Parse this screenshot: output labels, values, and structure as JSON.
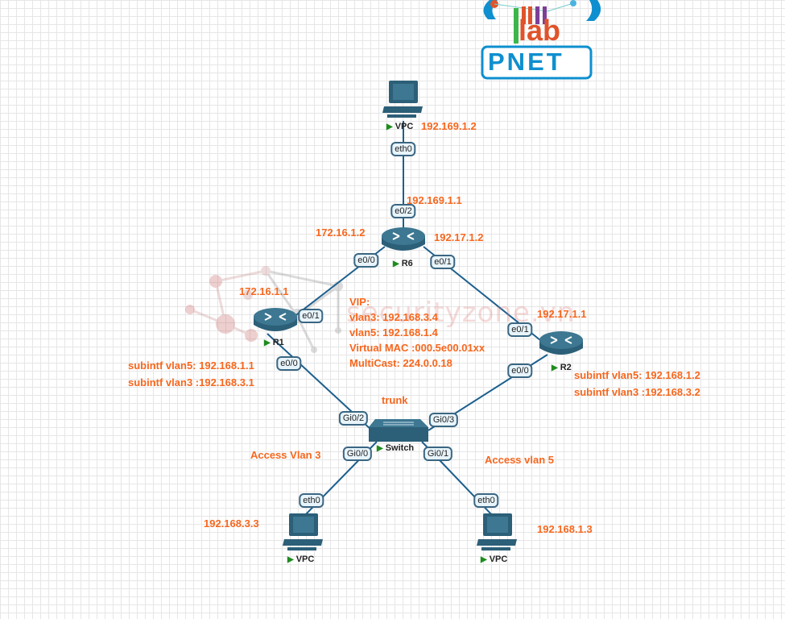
{
  "logo": {
    "text_top": "lab",
    "text_bottom": "PNET",
    "colors": {
      "blue": "#0e8fcf",
      "green": "#3cb54a",
      "red": "#e0532b",
      "purple": "#7b3f98"
    }
  },
  "watermark": {
    "text": "securityzone.vn"
  },
  "nodes": {
    "vpc_top": {
      "label": "VPC",
      "ip": "192.169.1.2"
    },
    "r6": {
      "label": "R6",
      "ip_left": "172.16.1.2",
      "ip_right": "192.17.1.2",
      "ip_top": "192.169.1.1"
    },
    "r1": {
      "label": "R1",
      "ip": "172.16.1.1",
      "subintf": [
        "subintf vlan5: 192.168.1.1",
        "subintf vlan3 :192.168.3.1"
      ]
    },
    "r2": {
      "label": "R2",
      "ip": "192.17.1.1",
      "subintf": [
        "subintf vlan5: 192.168.1.2",
        "subintf vlan3 :192.168.3.2"
      ]
    },
    "switch": {
      "label": "Switch",
      "note": "trunk"
    },
    "vpc_left": {
      "label": "VPC",
      "ip": "192.168.3.3",
      "access": "Access Vlan 3"
    },
    "vpc_right": {
      "label": "VPC",
      "ip": "192.168.1.3",
      "access": "Access vlan 5"
    }
  },
  "ports": {
    "vpc_top_eth0": "eth0",
    "r6_e0_2": "e0/2",
    "r6_e0_0": "e0/0",
    "r6_e0_1": "e0/1",
    "r1_e0_1": "e0/1",
    "r1_e0_0": "e0/0",
    "r2_e0_1": "e0/1",
    "r2_e0_0": "e0/0",
    "sw_gi0_2": "Gi0/2",
    "sw_gi0_3": "Gi0/3",
    "sw_gi0_0": "Gi0/0",
    "sw_gi0_1": "Gi0/1",
    "vpc_left_eth0": "eth0",
    "vpc_right_eth0": "eth0"
  },
  "vip_info": [
    "VIP:",
    "vlan3: 192.168.3.4",
    "vlan5: 192.168.1.4",
    "Virtual MAC :000.5e00.01xx",
    "MultiCast: 224.0.0.18"
  ],
  "colors": {
    "annotation": "#f7671e",
    "link": "#1c5f8e",
    "device": "#2e6680"
  }
}
